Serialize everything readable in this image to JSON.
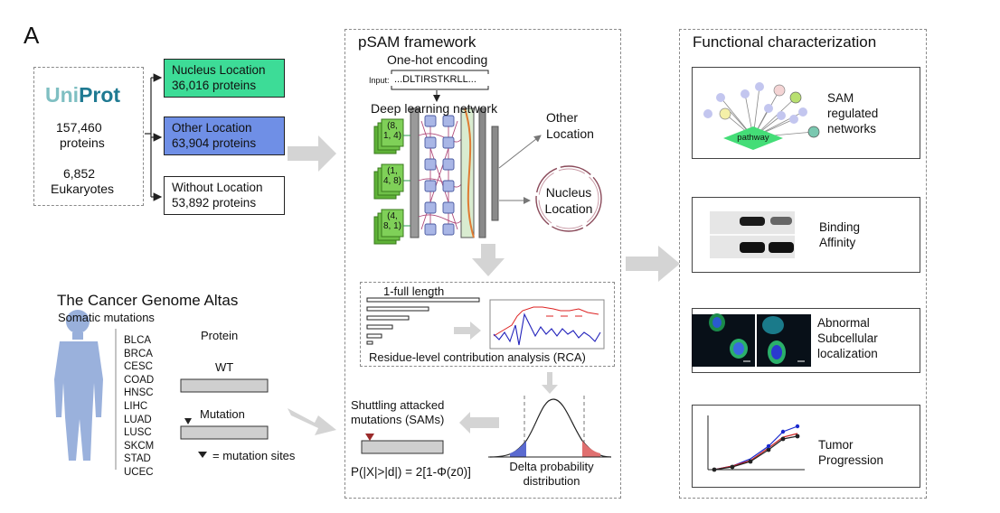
{
  "panel_label": "A",
  "uniprot": {
    "logo_uni": "Uni",
    "logo_prot": "Prot",
    "protein_count": "157,460",
    "protein_word": "proteins",
    "eukaryote_count": "6,852",
    "eukaryote_word": "Eukaryotes",
    "colors": {
      "uni": "#7fbfc2",
      "prot": "#1f7a92"
    }
  },
  "locations": [
    {
      "name": "Nucleus Location",
      "count": "36,016 proteins",
      "color": "#3ddc97"
    },
    {
      "name": "Other Location",
      "count": "63,904 proteins",
      "color": "#6f8fe6"
    },
    {
      "name": "Without Location",
      "count": "53,892 proteins",
      "color": "#ffffff"
    }
  ],
  "psam": {
    "title": "pSAM framework",
    "encoding_title": "One-hot encoding",
    "input_prefix": "Input:",
    "input_sequence": "...DLTIRSTKRLL...",
    "dl_title": "Deep learning network",
    "kernels": [
      "(8, 1, 4)",
      "(1, 4, 8)",
      "(4, 8, 1)"
    ],
    "out_other": [
      "Other",
      "Location"
    ],
    "out_nucleus": [
      "Nucleus",
      "Location"
    ],
    "rca_bar_label": "1-full length",
    "rca_title": "Residue-level contribution analysis (RCA)",
    "sam_title": [
      "Shuttling attacked",
      "mutations (SAMs)"
    ],
    "formula": "P(|X|>|d|) = 2[1-Φ(z0)]",
    "delta_title": [
      "Delta probability",
      "distribution"
    ]
  },
  "tcga": {
    "title": "The Cancer Genome Altas",
    "subtitle": "Somatic mutations",
    "cancer_types": [
      "BLCA",
      "BRCA",
      "CESC",
      "COAD",
      "HNSC",
      "LIHC",
      "LUAD",
      "LUSC",
      "SKCM",
      "STAD",
      "UCEC"
    ],
    "protein_label": "Protein",
    "wt_label": "WT",
    "mutation_label": "Mutation",
    "legend_text": "= mutation sites"
  },
  "functional": {
    "title": "Functional characterization",
    "cards": [
      {
        "label": [
          "SAM",
          "regulated",
          "networks"
        ],
        "sublabel": "pathway"
      },
      {
        "label": [
          "Binding",
          "Affinity"
        ]
      },
      {
        "label": [
          "Abnormal",
          "Subcellular",
          "localization"
        ]
      },
      {
        "label": [
          "Tumor",
          "Progression"
        ]
      }
    ]
  }
}
